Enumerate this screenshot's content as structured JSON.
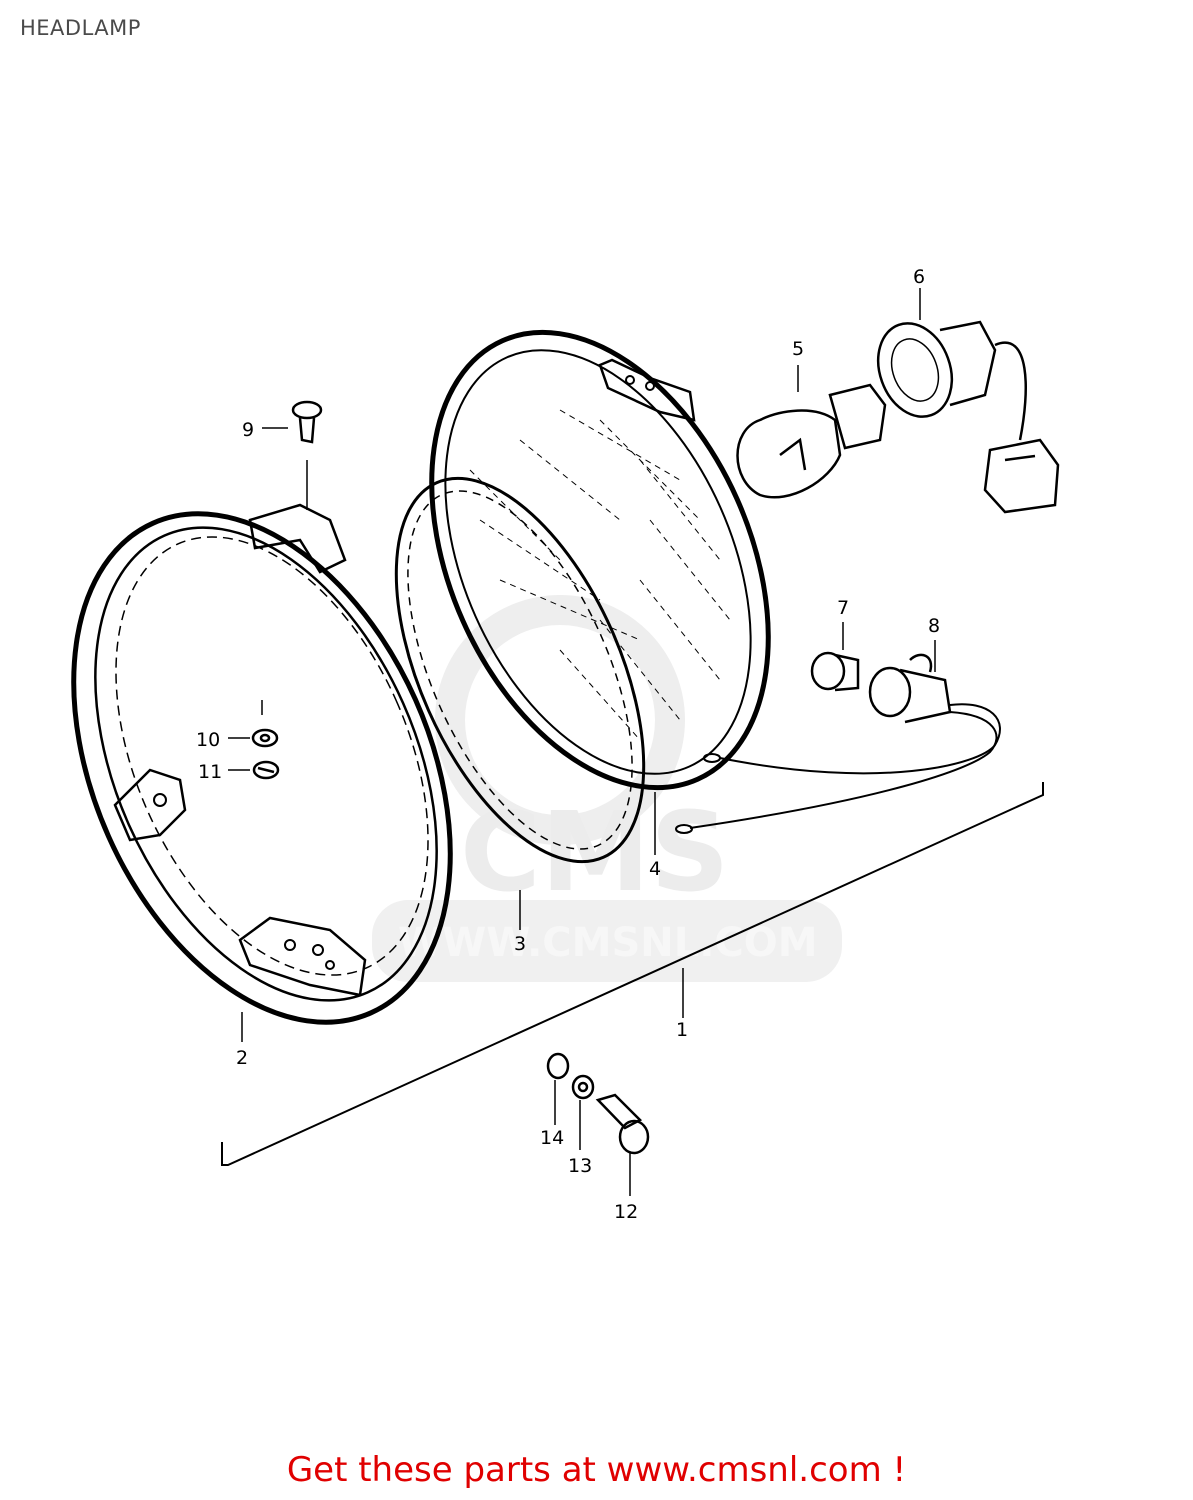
{
  "page": {
    "title": "HEADLAMP"
  },
  "diagram": {
    "watermark": {
      "brand": "CMS",
      "url": "WWW.CMSNL.COM"
    },
    "callouts": [
      {
        "id": "1",
        "label": "1"
      },
      {
        "id": "2",
        "label": "2"
      },
      {
        "id": "3",
        "label": "3"
      },
      {
        "id": "4",
        "label": "4"
      },
      {
        "id": "5",
        "label": "5"
      },
      {
        "id": "6",
        "label": "6"
      },
      {
        "id": "7",
        "label": "7"
      },
      {
        "id": "8",
        "label": "8"
      },
      {
        "id": "9",
        "label": "9"
      },
      {
        "id": "10",
        "label": "10"
      },
      {
        "id": "11",
        "label": "11"
      },
      {
        "id": "12",
        "label": "12"
      },
      {
        "id": "13",
        "label": "13"
      },
      {
        "id": "14",
        "label": "14"
      }
    ]
  },
  "footer": {
    "link_text": "Get these parts at www.cmsnl.com !",
    "link_color": "#e00000"
  }
}
